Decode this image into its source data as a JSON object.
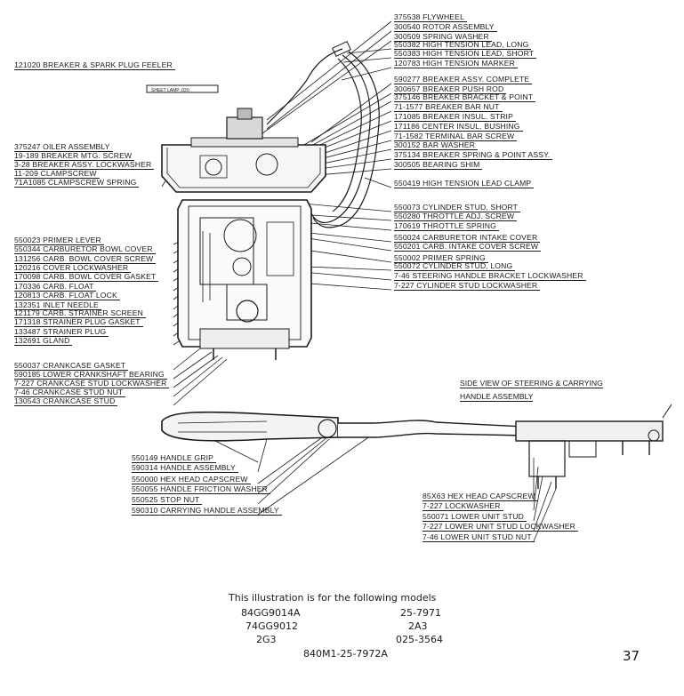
{
  "labels_right": [
    {
      "id": "375538",
      "text": "375538 FLYWHEEL"
    },
    {
      "id": "300540",
      "text": "300540 ROTOR ASSEMBLY"
    },
    {
      "id": "300509",
      "text": "300509 SPRING WASHER"
    },
    {
      "id": "550382",
      "text": "550382 HIGH TENSION LEAD, LONG"
    },
    {
      "id": "550383",
      "text": "550383 HIGH TENSION LEAD, SHORT"
    },
    {
      "id": "120783",
      "text": "120783 HIGH TENSION MARKER"
    },
    {
      "id": "590277",
      "text": "590277 BREAKER ASSY. COMPLETE"
    },
    {
      "id": "300657",
      "text": "300657 BREAKER PUSH ROD"
    },
    {
      "id": "375146",
      "text": "375146 BREAKER BRACKET & POINT"
    },
    {
      "id": "71-1577",
      "text": "71-1577 BREAKER BAR NUT"
    },
    {
      "id": "171085",
      "text": "171085 BREAKER INSUL. STRIP"
    },
    {
      "id": "171186",
      "text": "171186 CENTER INSUL. BUSHING"
    },
    {
      "id": "71-1582",
      "text": "71-1582 TERMINAL BAR SCREW"
    },
    {
      "id": "300152",
      "text": "300152 BAR WASHER"
    },
    {
      "id": "375134",
      "text": "375134 BREAKER SPRING & POINT ASSY."
    },
    {
      "id": "300505",
      "text": "300505 BEARING SHIM"
    },
    {
      "id": "550419",
      "text": "550419 HIGH TENSION LEAD CLAMP"
    },
    {
      "id": "550073",
      "text": "550073 CYLINDER STUD, SHORT"
    },
    {
      "id": "550280",
      "text": "550280 THROTTLE ADJ. SCREW"
    },
    {
      "id": "170619",
      "text": "170619 THROTTLE SPRING"
    },
    {
      "id": "550024",
      "text": "550024 CARBURETOR INTAKE COVER"
    },
    {
      "id": "550201",
      "text": "550201 CARB. INTAKE COVER SCREW"
    },
    {
      "id": "550002",
      "text": "550002 PRIMER SPRING"
    },
    {
      "id": "550072",
      "text": "550072 CYLINDER STUD, LONG"
    },
    {
      "id": "7-46a",
      "text": "7-46 STEERING HANDLE BRACKET LOCKWASHER"
    },
    {
      "id": "7-227a",
      "text": "7-227 CYLINDER STUD LOCKWASHER"
    }
  ],
  "labels_left": [
    {
      "id": "121020",
      "text": "121020 BREAKER & SPARK PLUG FEELER"
    },
    {
      "id": "375247",
      "text": "375247 OILER ASSEMBLY"
    },
    {
      "id": "19-189",
      "text": "19-189 BREAKER MTG. SCREW"
    },
    {
      "id": "3-28",
      "text": "3-28 BREAKER ASSY. LOCKWASHER"
    },
    {
      "id": "11-209",
      "text": "11-209 CLAMPSCREW"
    },
    {
      "id": "71A1085",
      "text": "71A1085 CLAMPSCREW SPRING"
    },
    {
      "id": "550023",
      "text": "550023 PRIMER LEVER"
    },
    {
      "id": "550344",
      "text": "550344 CARBURETOR BOWL COVER"
    },
    {
      "id": "131256",
      "text": "131256 CARB. BOWL COVER SCREW"
    },
    {
      "id": "120216",
      "text": "120216 COVER LOCKWASHER"
    },
    {
      "id": "170098",
      "text": "170098 CARB. BOWL COVER GASKET"
    },
    {
      "id": "170336",
      "text": "170336 CARB. FLOAT"
    },
    {
      "id": "120813",
      "text": "120813 CARB. FLOAT LOCK"
    },
    {
      "id": "132351",
      "text": "132351 INLET NEEDLE"
    },
    {
      "id": "121179",
      "text": "121179 CARB. STRAINER SCREEN"
    },
    {
      "id": "171318",
      "text": "171318 STRAINER PLUG GASKET"
    },
    {
      "id": "133487",
      "text": "133487 STRAINER PLUG"
    },
    {
      "id": "132691",
      "text": "132691 GLAND"
    },
    {
      "id": "550037",
      "text": "550037 CRANKCASE GASKET"
    },
    {
      "id": "590185",
      "text": "590185 LOWER CRANKSHAFT BEARING"
    },
    {
      "id": "7-227b",
      "text": "7-227 CRANKCASE STUD LOCKWASHER"
    },
    {
      "id": "7-46b",
      "text": "7-46 CRANKCASE STUD NUT"
    },
    {
      "id": "130543",
      "text": "130543 CRANKCASE STUD"
    }
  ],
  "labels_handle": [
    {
      "id": "550149",
      "text": "550149 HANDLE GRIP"
    },
    {
      "id": "590314",
      "text": "590314 HANDLE ASSEMBLY"
    },
    {
      "id": "550000",
      "text": "550000 HEX HEAD CAPSCREW"
    },
    {
      "id": "550055",
      "text": "550055 HANDLE FRICTION WASHER"
    },
    {
      "id": "550525",
      "text": "550525 STOP NUT"
    },
    {
      "id": "590310",
      "text": "590310 CARRYING HANDLE ASSEMBLY"
    }
  ],
  "labels_side": [
    {
      "id": "85X63",
      "text": "85X63 HEX HEAD CAPSCREW"
    },
    {
      "id": "7-227c",
      "text": "7-227 LOCKWASHER"
    },
    {
      "id": "550071",
      "text": "550071 LOWER UNIT STUD"
    },
    {
      "id": "7-227d",
      "text": "7-227 LOWER UNIT STUD LOCKWASHER"
    },
    {
      "id": "7-46c",
      "text": "7-46 LOWER UNIT STUD NUT"
    }
  ],
  "side_view_title": [
    "SIDE VIEW OF STEERING & CARRYING",
    "HANDLE ASSEMBLY"
  ],
  "feeler_stamp": "SHEET LAMP .020",
  "models_caption": "This illustration is for the following models",
  "models_left": [
    "84GG9014A",
    "74GG9012",
    "2G3"
  ],
  "models_right": [
    "25-7971",
    "2A3",
    "025-3564"
  ],
  "models_bottom": "840M1-25-7972A",
  "page_number": "37"
}
